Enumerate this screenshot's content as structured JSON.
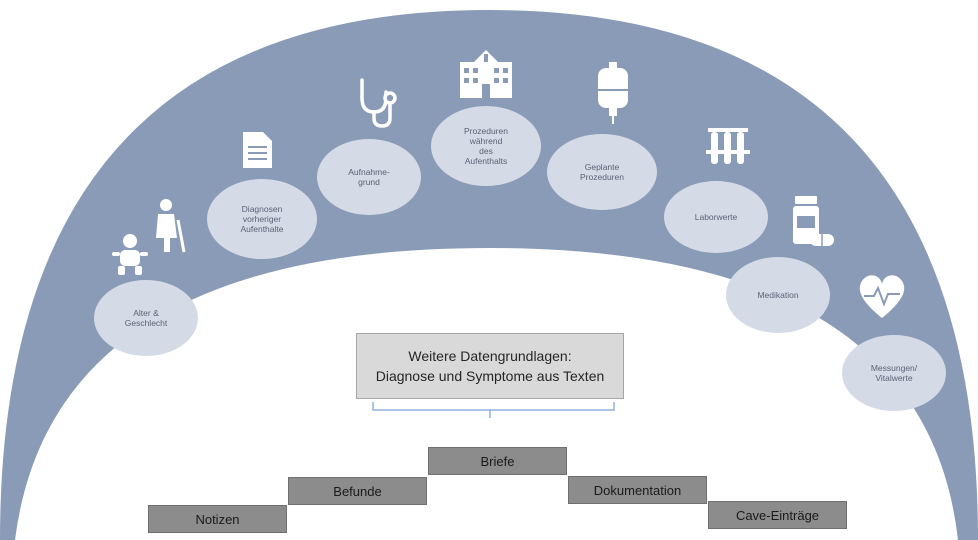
{
  "arc_color": "#8a9bb8",
  "ellipse_color": "#d5dbe6",
  "categories": [
    {
      "id": "alter",
      "label": "Alter &\nGeschlecht",
      "icon": "baby-and-elderly-person-icon"
    },
    {
      "id": "diagnosen",
      "label": "Diagnosen\nvorheriger\nAufenthalte",
      "icon": "document-icon"
    },
    {
      "id": "aufnahme",
      "label": "Aufnahme-\ngrund",
      "icon": "stethoscope-icon"
    },
    {
      "id": "prozeduren",
      "label": "Prozeduren\nwährend\ndes\nAufenthalts",
      "icon": "hospital-icon"
    },
    {
      "id": "geplante",
      "label": "Geplante\nProzeduren",
      "icon": "iv-bag-icon"
    },
    {
      "id": "labor",
      "label": "Laborwerte",
      "icon": "test-tubes-icon"
    },
    {
      "id": "medikation",
      "label": "Medikation",
      "icon": "medication-icon"
    },
    {
      "id": "messungen",
      "label": "Messungen/\nVitalwerte",
      "icon": "heart-pulse-icon"
    }
  ],
  "callout": {
    "line1": "Weitere Datengrundlagen:",
    "line2": "Diagnose und Symptome aus Texten"
  },
  "steps": [
    {
      "id": "notizen",
      "label": "Notizen"
    },
    {
      "id": "befunde",
      "label": "Befunde"
    },
    {
      "id": "briefe",
      "label": "Briefe"
    },
    {
      "id": "dokumentation",
      "label": "Dokumentation"
    },
    {
      "id": "cave",
      "label": "Cave-Einträge"
    }
  ]
}
